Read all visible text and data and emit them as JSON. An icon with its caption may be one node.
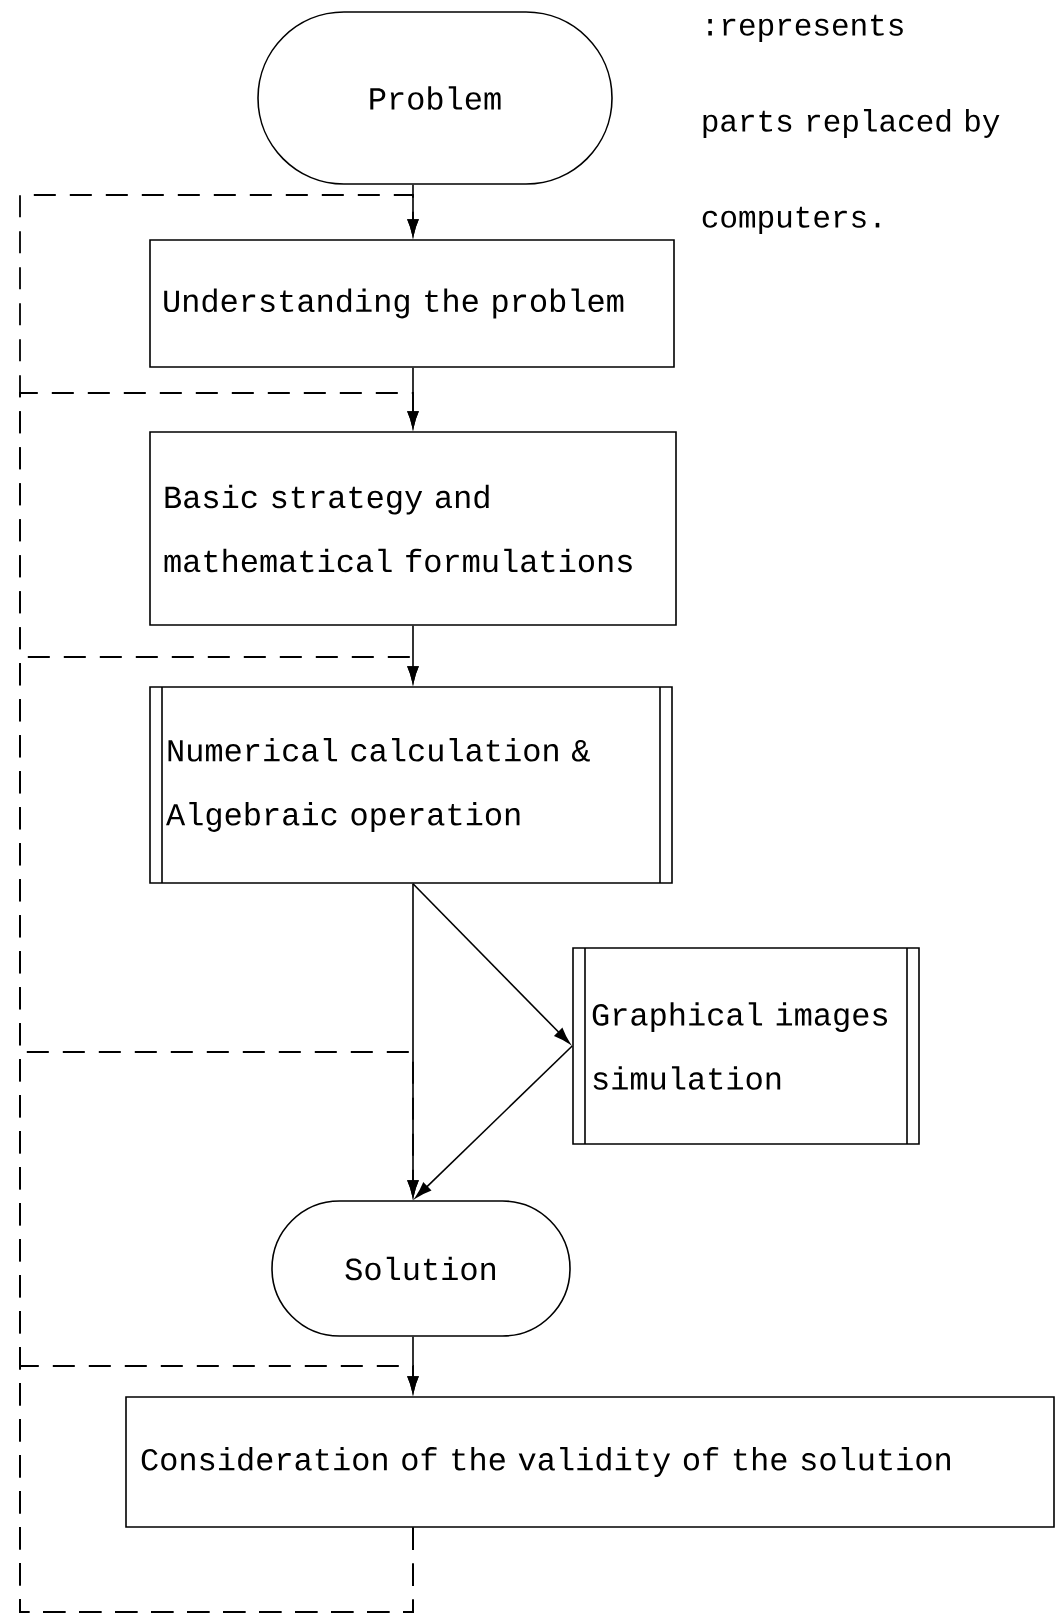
{
  "diagram": {
    "nodes": [
      {
        "text": [
          "Problem"
        ]
      },
      {
        "text": [
          "Understanding the problem"
        ]
      },
      {
        "text": [
          "Basic strategy and mathematical formulations"
        ]
      },
      {
        "text": [
          "Numerical calculation & Algebraic operation"
        ]
      },
      {
        "text": [
          "Graphical images simulation"
        ]
      },
      {
        "text": [
          "Solution"
        ]
      },
      {
        "text": [
          "Consideration of the validity of the solution"
        ]
      }
    ],
    "edges": [
      {
        "from": 0,
        "to": 1,
        "arrow": "to"
      },
      {
        "from": 1,
        "to": 2,
        "arrow": "to"
      },
      {
        "from": 2,
        "to": 3,
        "arrow": "to"
      },
      {
        "from": 3,
        "to": 4,
        "arrow": "to"
      },
      {
        "from": 4,
        "to": 5,
        "arrow": "to"
      },
      {
        "from": 3,
        "to": 5,
        "arrow": "to"
      },
      {
        "from": 5,
        "to": 6,
        "arrow": "to"
      },
      {
        "from": 6,
        "to": 1,
        "arrow": "to",
        "style": "dashed"
      },
      {
        "from": 6,
        "to": 2,
        "arrow": "to",
        "style": "dashed"
      },
      {
        "from": 6,
        "to": 3,
        "arrow": "to",
        "style": "dashed"
      },
      {
        "from": 6,
        "to": 5,
        "arrow": "to",
        "style": "dashed"
      },
      {
        "from": 6,
        "to": 6,
        "arrow": "to",
        "style": "dashed"
      }
    ],
    "labels": [
      ":represents parts replaced by computers."
    ]
  }
}
